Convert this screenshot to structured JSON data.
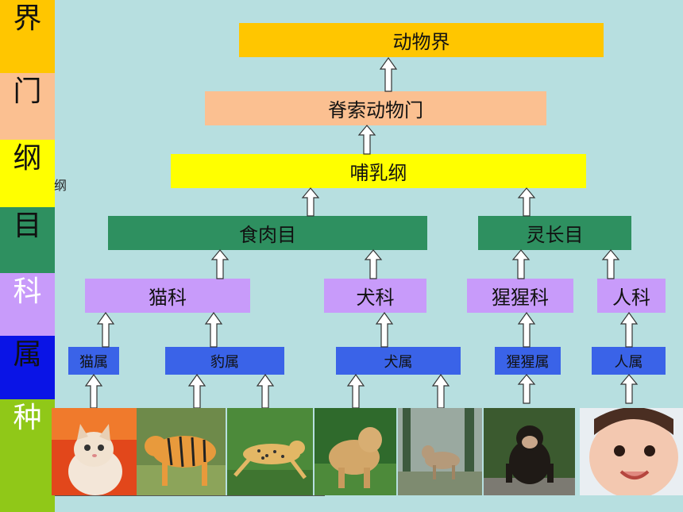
{
  "ranks": [
    "界",
    "门",
    "纲",
    "目",
    "科",
    "属",
    "种"
  ],
  "rank_colors": [
    "#ffc600",
    "#fbc091",
    "#ffff00",
    "#2e9060",
    "#c89bfa",
    "#0a14e6",
    "#90c818"
  ],
  "stray_label": "纲",
  "kingdom": "动物界",
  "phylum": "脊索动物门",
  "class": "哺乳纲",
  "orders": [
    "食肉目",
    "灵长目"
  ],
  "families": [
    "猫科",
    "犬科",
    "猩猩科",
    "人科"
  ],
  "genera": [
    "猫属",
    "豹属",
    "犬属",
    "猩猩属",
    "人属"
  ],
  "species_photos": [
    "kitten-photo",
    "tiger-photo",
    "cheetah-photo",
    "dog-photo",
    "wolf-photo",
    "chimpanzee-photo",
    "baby-photo"
  ]
}
